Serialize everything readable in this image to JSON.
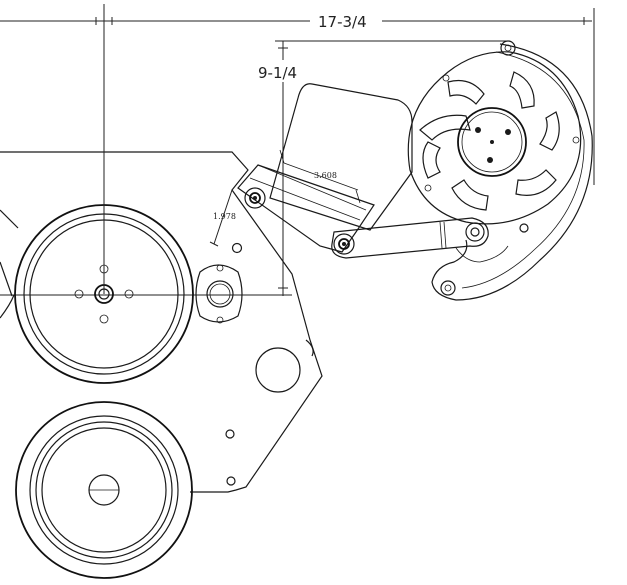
{
  "dimensions": {
    "overall_width": "17-3/4",
    "height": "9-1/4",
    "bracket_span": "3.608",
    "pivot_offset": "1.978"
  }
}
